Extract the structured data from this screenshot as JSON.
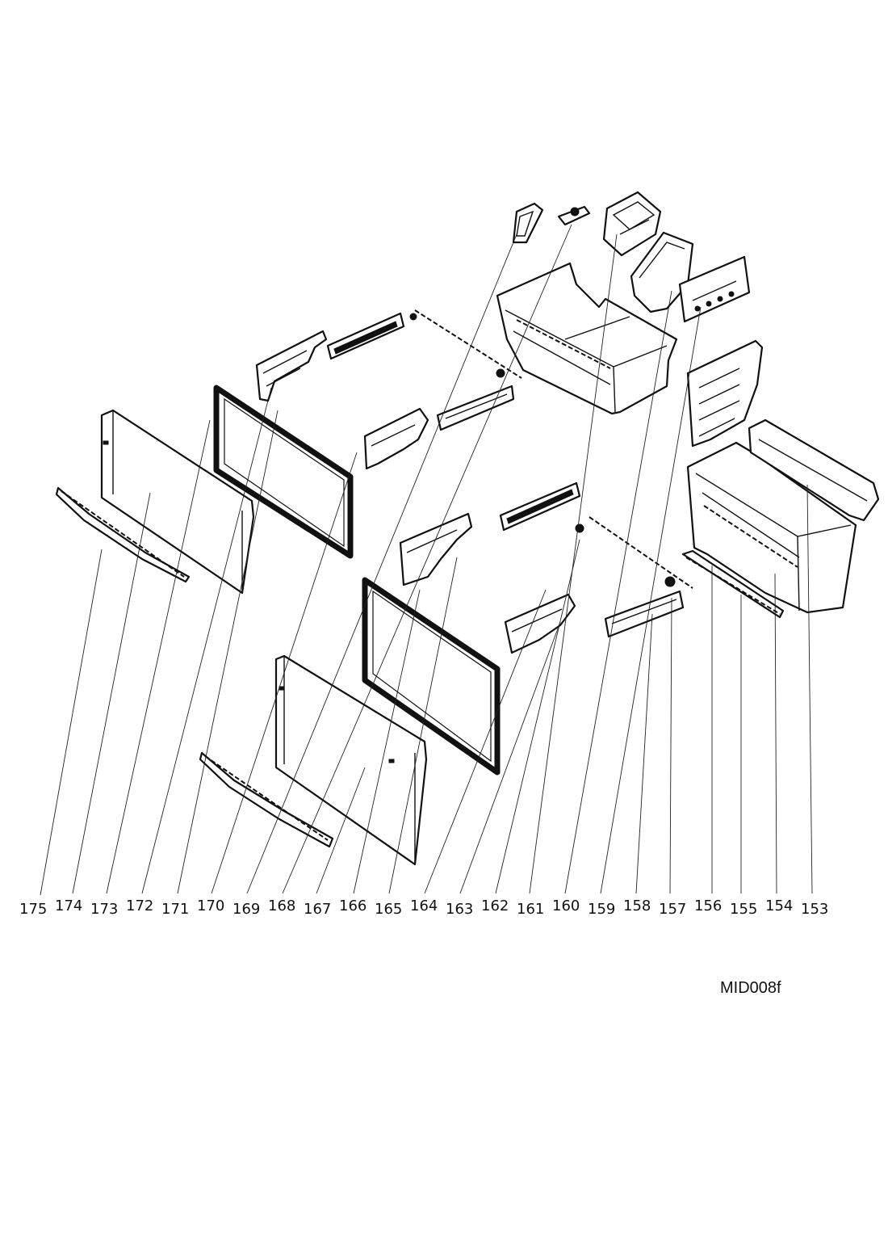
{
  "callouts": [
    "175",
    "174",
    "173",
    "172",
    "171",
    "170",
    "169",
    "168",
    "167",
    "166",
    "165",
    "164",
    "163",
    "162",
    "161",
    "160",
    "159",
    "158",
    "157",
    "156",
    "155",
    "154",
    "153"
  ],
  "drawing_code": "MID008f"
}
